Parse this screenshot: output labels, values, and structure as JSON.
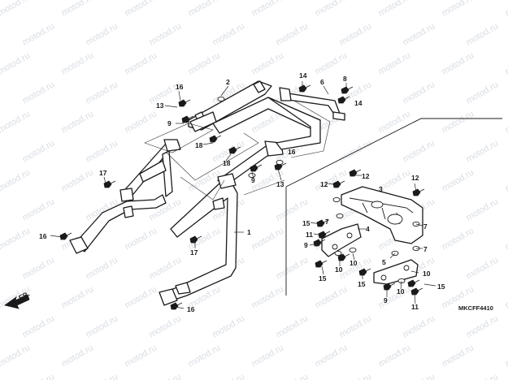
{
  "watermark": {
    "text": "motod.ru",
    "color": "#d9dde3"
  },
  "diagram": {
    "code": "MKCFF4410",
    "direction_label": "FR.",
    "callouts": [
      {
        "id": "c-2",
        "text": "2"
      },
      {
        "id": "c-14a",
        "text": "14"
      },
      {
        "id": "c-6",
        "text": "6"
      },
      {
        "id": "c-8",
        "text": "8"
      },
      {
        "id": "c-14b",
        "text": "14"
      },
      {
        "id": "c-16a",
        "text": "16"
      },
      {
        "id": "c-13a",
        "text": "13"
      },
      {
        "id": "c-9a",
        "text": "9"
      },
      {
        "id": "c-18a",
        "text": "18"
      },
      {
        "id": "c-16b",
        "text": "16"
      },
      {
        "id": "c-18b",
        "text": "18"
      },
      {
        "id": "c-9b",
        "text": "9"
      },
      {
        "id": "c-13b",
        "text": "13"
      },
      {
        "id": "c-17a",
        "text": "17"
      },
      {
        "id": "c-16c",
        "text": "16"
      },
      {
        "id": "c-1",
        "text": "1"
      },
      {
        "id": "c-17b",
        "text": "17"
      },
      {
        "id": "c-16d",
        "text": "16"
      },
      {
        "id": "c-12a",
        "text": "12"
      },
      {
        "id": "c-12b",
        "text": "12"
      },
      {
        "id": "c-3",
        "text": "3"
      },
      {
        "id": "c-12c",
        "text": "12"
      },
      {
        "id": "c-15a",
        "text": "15"
      },
      {
        "id": "c-7a",
        "text": "7"
      },
      {
        "id": "c-4",
        "text": "4"
      },
      {
        "id": "c-11a",
        "text": "11"
      },
      {
        "id": "c-9c",
        "text": "9"
      },
      {
        "id": "c-10a",
        "text": "10"
      },
      {
        "id": "c-10b",
        "text": "10"
      },
      {
        "id": "c-15b",
        "text": "15"
      },
      {
        "id": "c-7b",
        "text": "7"
      },
      {
        "id": "c-7c",
        "text": "7"
      },
      {
        "id": "c-5",
        "text": "5"
      },
      {
        "id": "c-10c",
        "text": "10"
      },
      {
        "id": "c-15c",
        "text": "15"
      },
      {
        "id": "c-15d",
        "text": "15"
      },
      {
        "id": "c-9d",
        "text": "9"
      },
      {
        "id": "c-10d",
        "text": "10"
      },
      {
        "id": "c-11b",
        "text": "11"
      }
    ]
  }
}
